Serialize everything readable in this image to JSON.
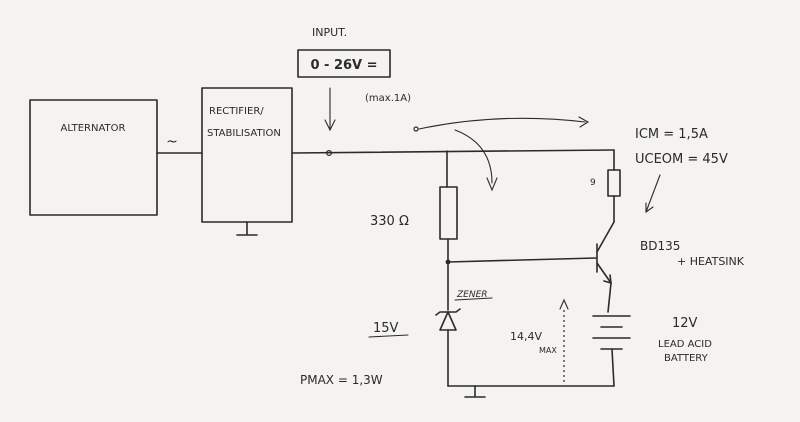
{
  "blocks": {
    "alternator": "ALTERNATOR",
    "rectifier_line1": "RECTIFIER/",
    "rectifier_line2": "STABILISATION"
  },
  "input": {
    "title": "INPUT.",
    "range": "0 - 26V =",
    "max": "(max.1A)"
  },
  "ac_symbol": "~",
  "resistor": {
    "value": "330 Ω"
  },
  "zener": {
    "label": "ZENER",
    "voltage": "15V",
    "pmax": "PMAX = 1,3W"
  },
  "transistor": {
    "icm": "ICM = 1,5A",
    "uceo": "UCEOM = 45V",
    "model": "BD135",
    "heatsink": "+ HEATSINK",
    "pin_label": "9"
  },
  "battery": {
    "voltage": "12V",
    "line1": "LEAD ACID",
    "line2": "BATTERY"
  },
  "charge_voltage": {
    "value": "14,4V",
    "note": "MAX"
  },
  "colors": {
    "paper": "#f4f3ef",
    "ink": "#2b2b2b"
  }
}
